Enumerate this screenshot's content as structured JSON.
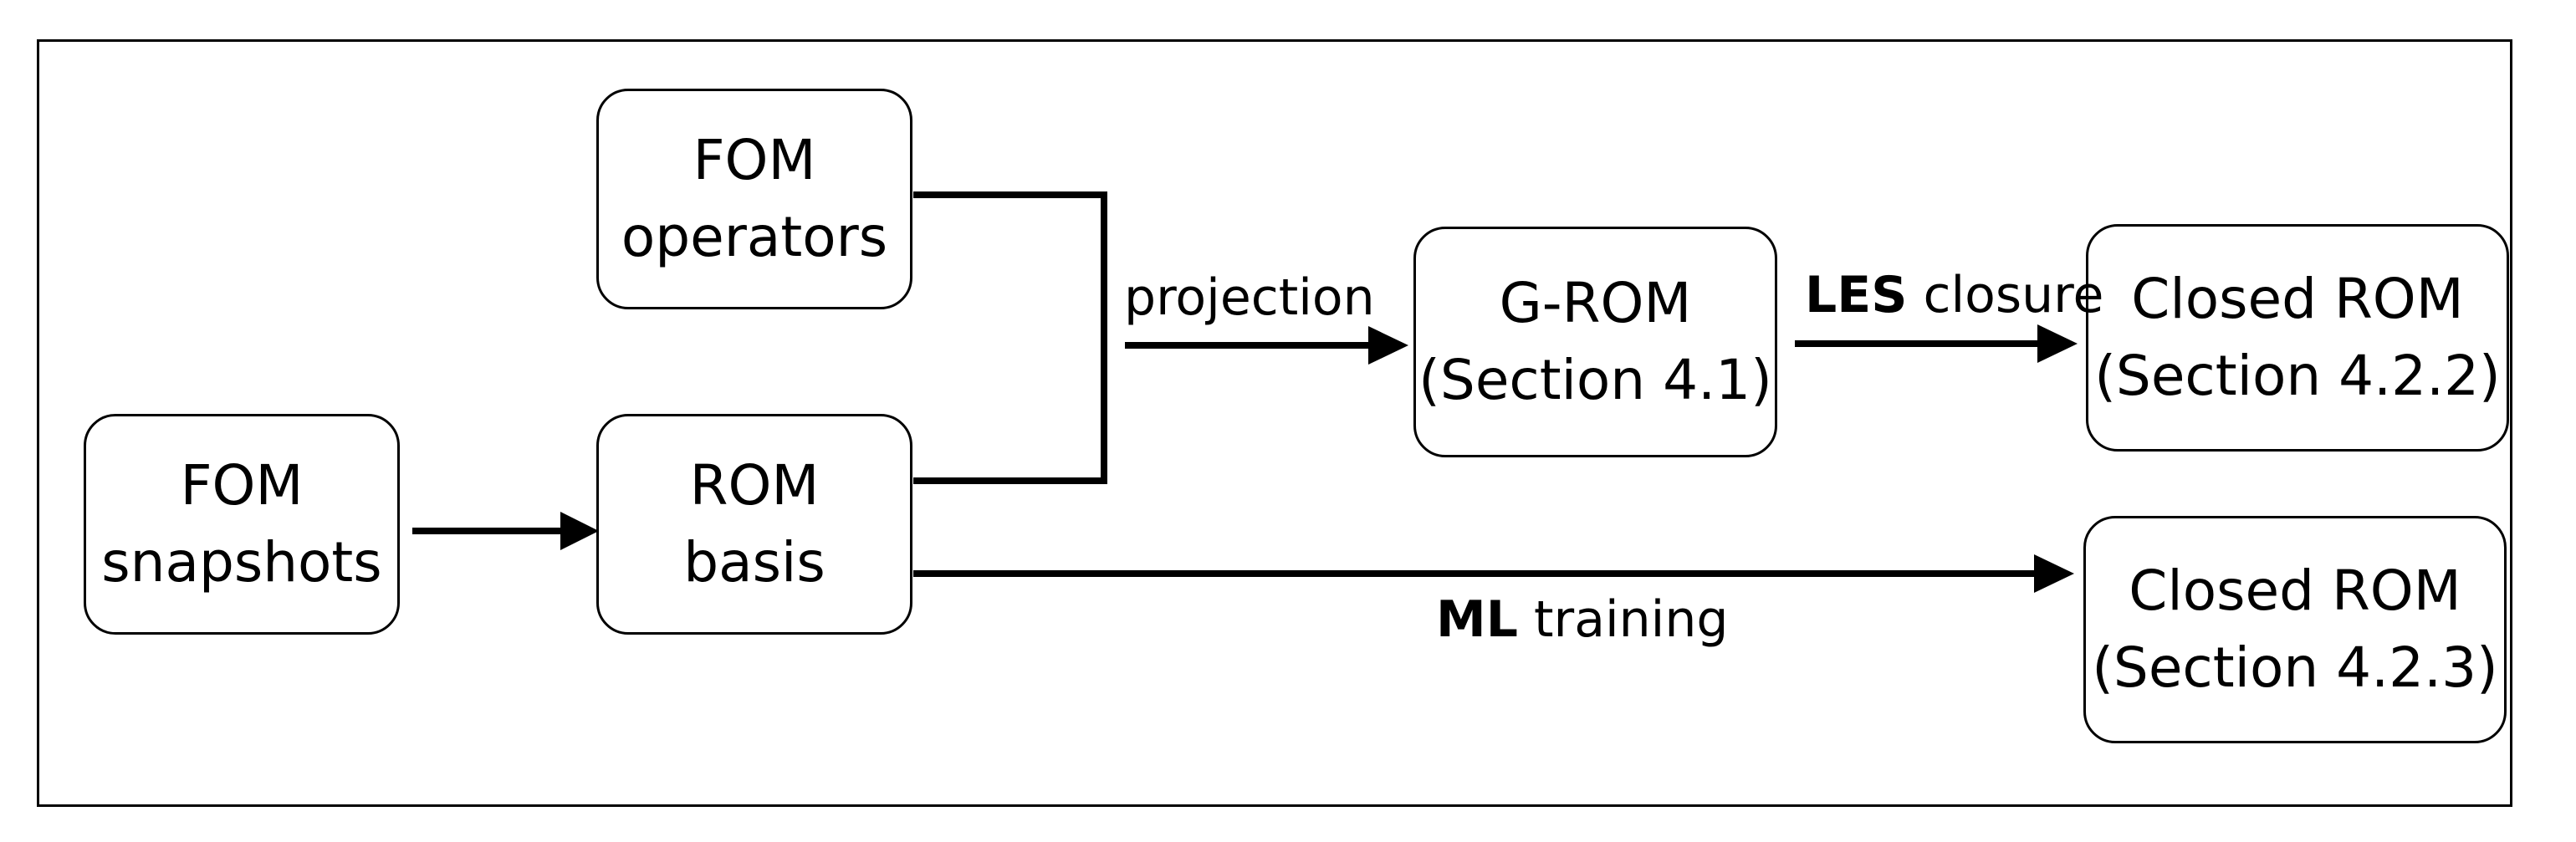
{
  "nodes": {
    "fom_snapshots": {
      "line1": "FOM",
      "line2": "snapshots"
    },
    "fom_operators": {
      "line1": "FOM",
      "line2": "operators"
    },
    "rom_basis": {
      "line1": "ROM",
      "line2": "basis"
    },
    "g_rom": {
      "line1": "G-ROM",
      "line2": "(Section 4.1)"
    },
    "closed_rom_les": {
      "line1": "Closed ROM",
      "line2": "(Section 4.2.2)"
    },
    "closed_rom_ml": {
      "line1": "Closed ROM",
      "line2": "(Section 4.2.3)"
    }
  },
  "edges": {
    "projection": {
      "label": "projection"
    },
    "les_closure": {
      "bold": "LES",
      "rest": " closure"
    },
    "ml_training": {
      "bold": "ML",
      "rest": " training"
    }
  },
  "colors": {
    "stroke": "#000000",
    "background": "#ffffff"
  }
}
